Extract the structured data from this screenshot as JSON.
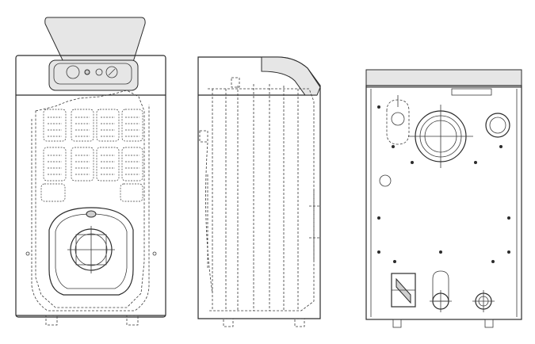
{
  "diagram": {
    "views": [
      {
        "name": "front-view"
      },
      {
        "name": "side-view"
      },
      {
        "name": "rear-view"
      }
    ]
  }
}
